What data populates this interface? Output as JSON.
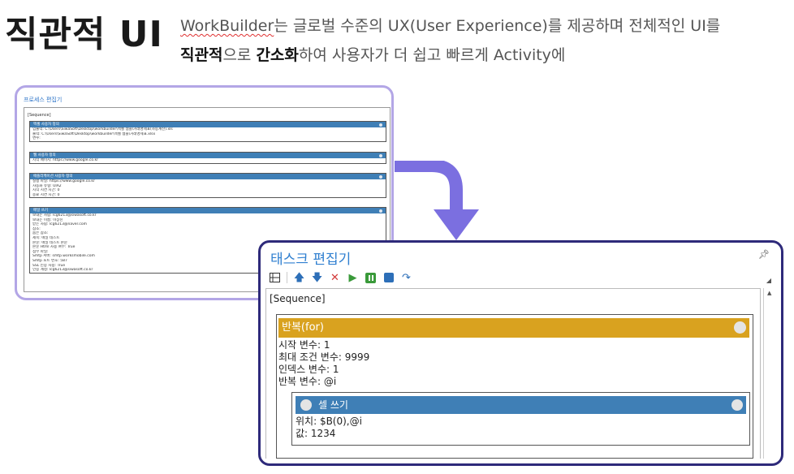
{
  "title": "직관적 UI",
  "intro": {
    "brand": "WorkBuilder",
    "line1_rest": "는 글로벌 수준의 UX(User Experience)를 제공하며 전체적인 UI를",
    "hl1": "직관적",
    "mid": "으로 ",
    "hl2": "간소화",
    "line2_rest": "하여 사용자가 더 쉽고 빠르게 Activity에"
  },
  "small_window": {
    "title": "프로세스 편집기",
    "sequence": "[Sequence]",
    "blocks": [
      {
        "header": "엑셀 사용자 정의",
        "lines": [
          "입출력: C:\\Users\\SiwaSoft\\Desktop\\workbuilder\\엑셀 샘플\\거래명세표(자동계산).xls",
          "출력: C:\\Users\\SiwaSoft\\Desktop\\workbuilder\\엑셀 샘플\\거래명세표.xlsx",
          "변수:"
        ]
      },
      {
        "header": "웹 사용자 정의",
        "lines": [
          "시작 페이지: https://www.google.co.kr"
        ]
      },
      {
        "header": "애플리케이션 사용자 정의",
        "lines": [
          "실행 파일: https://www.google.co.kr",
          "자동화 유형: UIA2",
          "시작 지연 시간: 0",
          "종료 지연 시간: 0"
        ]
      },
      {
        "header": "메일 쓰기",
        "lines": [
          "보내는 사람: lcg6213@siwasoft.co.kr",
          "보내는 이름: 이상진",
          "받는 사람: lcg6213@naver.com",
          "참조:",
          "숨은 참조:",
          "제목: 메일 테스트",
          "본문: 메일 테스트 본문",
          "본문 Html 사용 여부: True",
          "첨부 파일:",
          "Smtp 서버: smtp.worksmobile.com",
          "Smtp 포트 번호: 587",
          "SSL 인증 사용: True",
          "인증 계정: lcg6213@siwasoft.co.kr"
        ]
      }
    ]
  },
  "main_window": {
    "title": "태스크 편집기",
    "sequence": "[Sequence]",
    "for_block": {
      "header": "반복(for)",
      "props": [
        "시작 변수: 1",
        "최대 조건 변수: 9999",
        "인덱스 변수: 1",
        "반복 변수: @i"
      ]
    },
    "cell_block": {
      "header": "셀 쓰기",
      "props": [
        "위치: $B(0),@i",
        "값: 1234"
      ]
    }
  },
  "colors": {
    "accent_blue": "#2f7fd0",
    "for_header": "#d9a21f",
    "cell_header": "#3f7fb6",
    "arrow": "#7b6fe0",
    "small_border": "#b3a6e6",
    "main_border": "#2e2a7a"
  },
  "icons": [
    "layout-icon",
    "arrow-up-icon",
    "arrow-down-icon",
    "delete-icon",
    "play-icon",
    "pause-icon",
    "stop-icon",
    "redo-icon",
    "pin-icon"
  ]
}
